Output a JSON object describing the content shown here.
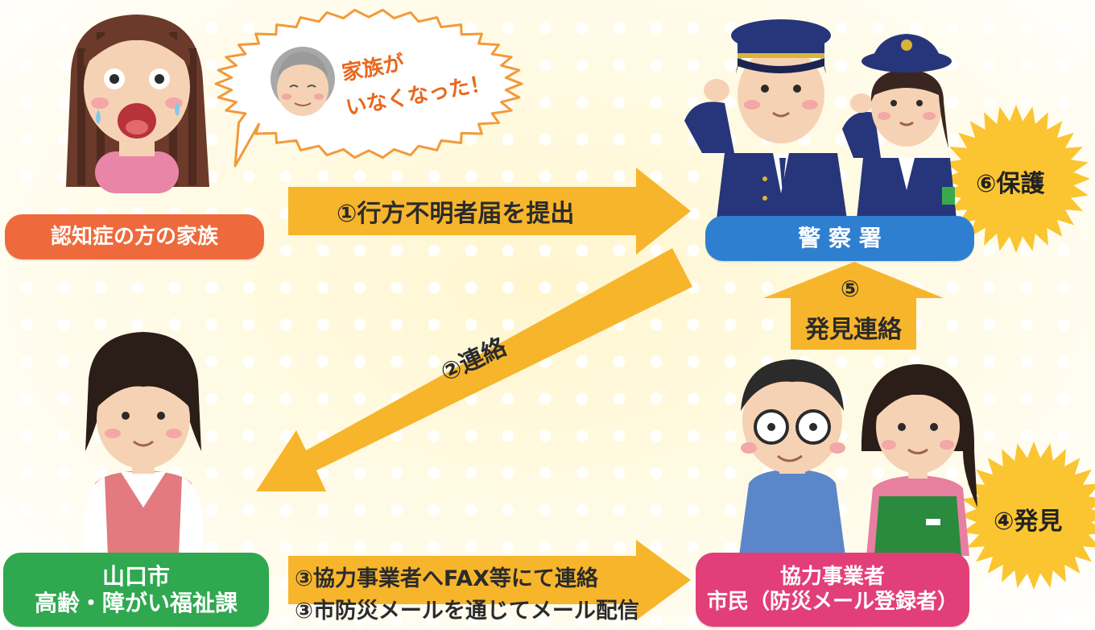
{
  "colors": {
    "arrow": "#f7b52c",
    "burst": "#fbc531",
    "family_label": "#ee6a3c",
    "police_label": "#2f7fd0",
    "city_label": "#2fa84f",
    "citizens_label": "#e23f79"
  },
  "speech_bubble": {
    "line1": "家族が",
    "line2": "いなくなった！"
  },
  "labels": {
    "family": "認知症の方の家族",
    "police": "警 察 署",
    "city_line1": "山口市",
    "city_line2": "高齢・障がい福祉課",
    "citizens_line1": "協力事業者",
    "citizens_line2": "市民（防災メール登録者）"
  },
  "steps": {
    "step1": "①行方不明者届を提出",
    "step2": "②連絡",
    "step3a": "③協力事業者へFAX等にて連絡",
    "step3b": "③市防災メールを通じてメール配信",
    "step4": "④発見",
    "step5_num": "⑤",
    "step5_text": "発見連絡",
    "step6": "⑥保護"
  },
  "icons": [
    "worried-woman-icon",
    "elderly-person-icon",
    "police-officers-icon",
    "city-staff-woman-icon",
    "citizens-icon"
  ]
}
